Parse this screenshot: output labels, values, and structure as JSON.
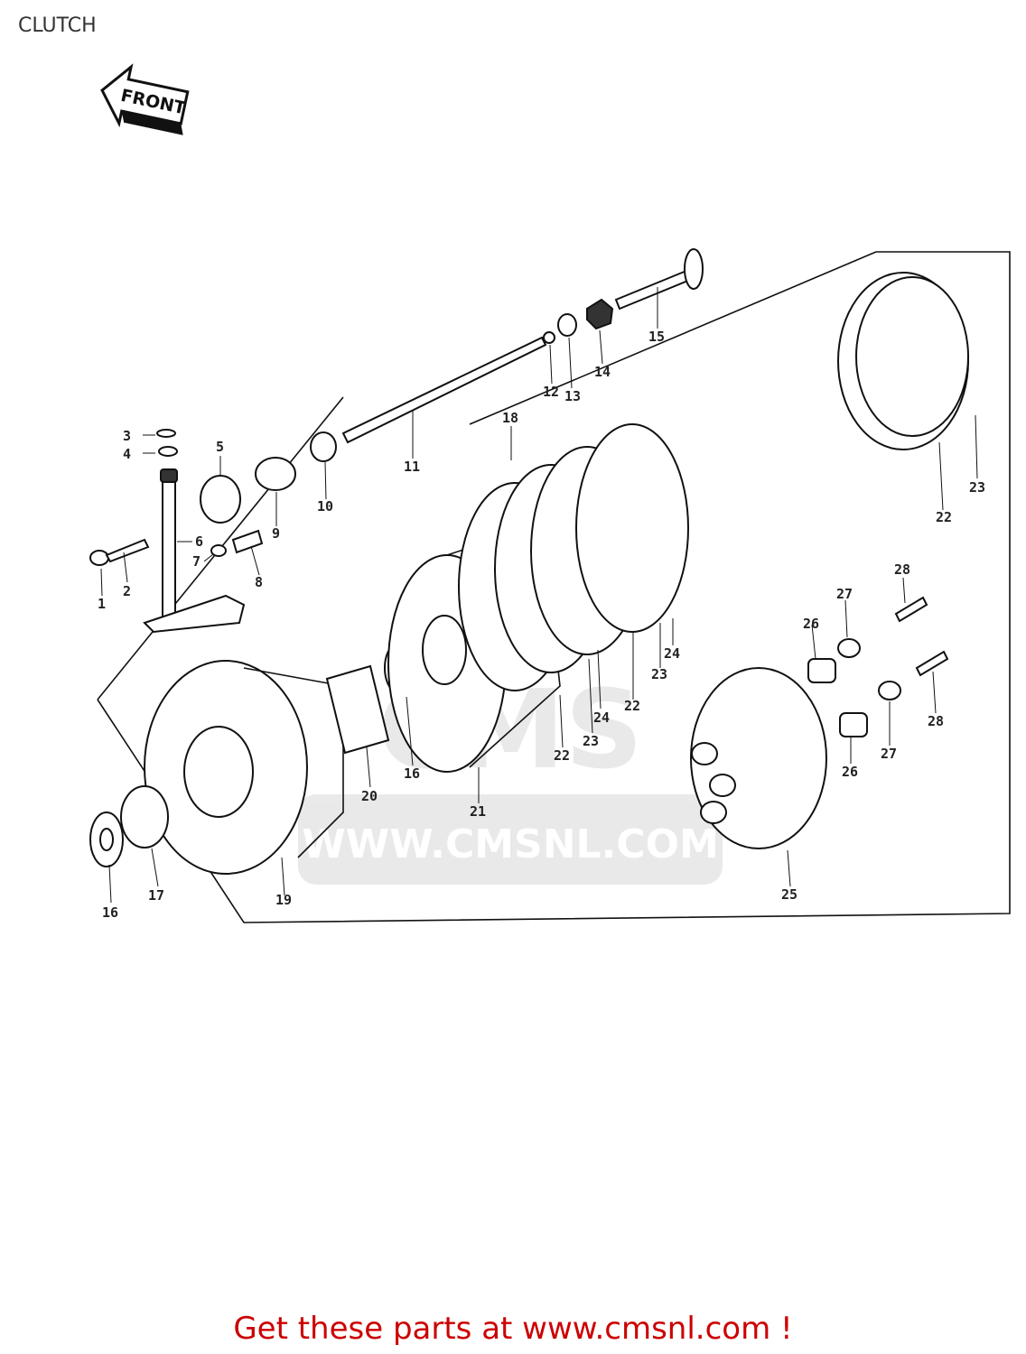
{
  "page": {
    "title": "CLUTCH"
  },
  "direction_arrow": {
    "label": "FRONT"
  },
  "watermark": {
    "brand": "CMS",
    "url": "WWW.CMSNL.COM"
  },
  "footer": {
    "text": "Get these parts at www.cmsnl.com !",
    "color": "#cc0000"
  },
  "callouts": [
    "1",
    "2",
    "3",
    "4",
    "5",
    "6",
    "7",
    "8",
    "9",
    "10",
    "11",
    "12",
    "13",
    "14",
    "15",
    "18",
    "23",
    "22",
    "28",
    "27",
    "26",
    "28",
    "24",
    "23",
    "22",
    "24",
    "23",
    "16",
    "20",
    "22",
    "21",
    "27",
    "26",
    "25",
    "16",
    "17",
    "19"
  ]
}
